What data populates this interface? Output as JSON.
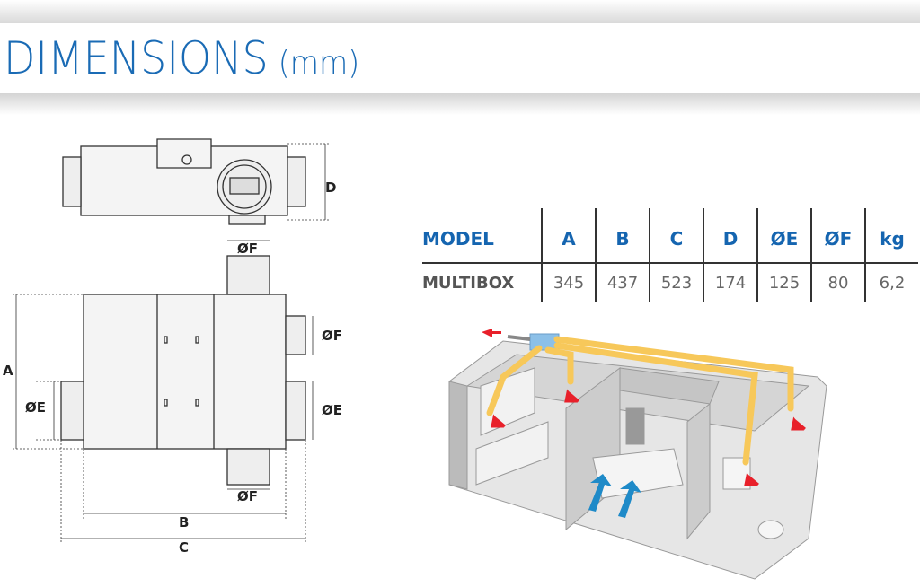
{
  "title": {
    "main": "DIMENSIONS",
    "unit": "(mm)"
  },
  "drawing_labels": {
    "d": "D",
    "f_top": "ØF",
    "f_bottom": "ØF",
    "f_right": "ØF",
    "e_left": "ØE",
    "e_right": "ØE",
    "a": "A",
    "b": "B",
    "c": "C"
  },
  "table": {
    "headers": [
      "MODEL",
      "A",
      "B",
      "C",
      "D",
      "ØE",
      "ØF",
      "kg"
    ],
    "rows": [
      [
        "MULTIBOX",
        "345",
        "437",
        "523",
        "174",
        "125",
        "80",
        "6,2"
      ]
    ]
  },
  "colors": {
    "accent": "#1565b0",
    "duct": "#f7c85a",
    "arrow_red": "#e8202a",
    "arrow_blue": "#1e8ac8"
  }
}
